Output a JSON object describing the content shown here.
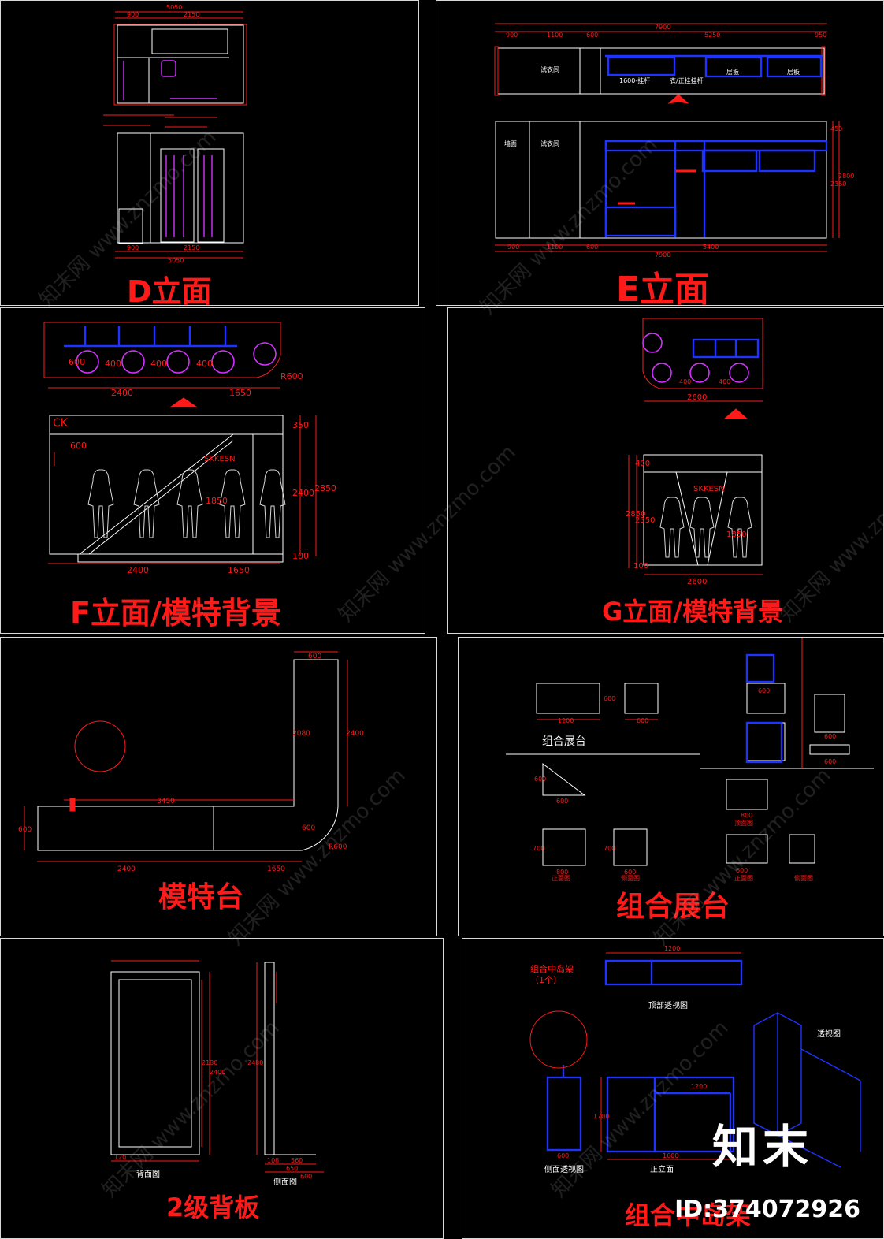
{
  "colors": {
    "bg": "#000000",
    "line": "#ffffff",
    "red": "#ff1a1a",
    "blue": "#1f33ff",
    "magenta": "#d233ff",
    "frame": "#d8d8d8"
  },
  "watermark": {
    "text": "知末网 www.znzmo.com"
  },
  "stamp": {
    "logo": "知末",
    "id": "ID:374072926"
  },
  "panels": {
    "d": {
      "title": "D立面",
      "dims": {
        "top_total": "5050",
        "top_a": "900",
        "top_b": "2150",
        "bot_a": "900",
        "bot_b": "2150",
        "bot_total": "5050"
      }
    },
    "e": {
      "title": "E立面",
      "dims": {
        "top_total": "7900",
        "t1": "900",
        "t2": "1100",
        "t3": "600",
        "t4": "5250",
        "t5": "950",
        "b1": "900",
        "b2": "1100",
        "b3": "600",
        "b4": "5400",
        "b_total": "7900",
        "h1": "450",
        "h2": "2360",
        "h3": "2800"
      },
      "labels": {
        "fitting": "试衣间",
        "rail": "1600-挂杆",
        "rail2": "衣/正挂挂杆",
        "glass": "层板",
        "glass2": "层板",
        "fit2": "试衣间",
        "wall": "墙面"
      }
    },
    "f": {
      "title": "F立面/模特背景",
      "dims": {
        "a": "2400",
        "b": "1650",
        "c": "2400",
        "d": "1650",
        "d1": "400",
        "d2": "400",
        "d3": "400",
        "d4": "600",
        "h1": "350",
        "h2": "2400",
        "h3": "2850",
        "h4": "1850",
        "h5": "100",
        "w1": "600",
        "r": "R600"
      },
      "labels": {
        "logo": "CK",
        "brand": "SKKESN"
      }
    },
    "g": {
      "title": "G立面/模特背景",
      "dims": {
        "a": "2600",
        "b": "2600",
        "d1": "400",
        "d2": "400",
        "h1": "2850",
        "h2": "2350",
        "h3": "1850",
        "h4": "100",
        "h5": "400"
      },
      "labels": {
        "brand": "SKKESN"
      }
    },
    "m": {
      "title": "模特台",
      "dims": {
        "w": "600",
        "len": "3450",
        "a": "2400",
        "b": "1650",
        "h": "2080",
        "h2": "2400",
        "d": "600",
        "r": "R600",
        "s": "600"
      }
    },
    "z": {
      "title": "组合展台",
      "dims": {
        "a": "1200",
        "b": "600",
        "c": "600",
        "d": "600",
        "e": "600",
        "f": "800",
        "g": "600",
        "h": "600",
        "i": "600",
        "j": "800",
        "k": "600",
        "l": "600",
        "m": "700",
        "n": "700"
      },
      "labels": {
        "combo": "组合展台",
        "front": "正面图",
        "side": "侧面图",
        "front2": "正面图",
        "side2": "侧面图",
        "top2": "顶面图"
      }
    },
    "b": {
      "title": "2级背板",
      "dims": {
        "h1": "2180",
        "h2": "2400",
        "h3": "2480",
        "w1": "120",
        "w2": "108",
        "w3": "650",
        "w4": "560",
        "w5": "600"
      },
      "labels": {
        "back": "背面图",
        "side": "侧面图"
      }
    },
    "r": {
      "title": "组合中岛架",
      "dims": {
        "w": "1200",
        "h": "1700",
        "a": "1600",
        "b": "600",
        "c": "1200"
      },
      "labels": {
        "head": "组合中岛架",
        "count": "（1个）",
        "top": "顶部透视图",
        "side": "侧面透视图",
        "front": "正立面",
        "persp": "透视图"
      }
    }
  }
}
